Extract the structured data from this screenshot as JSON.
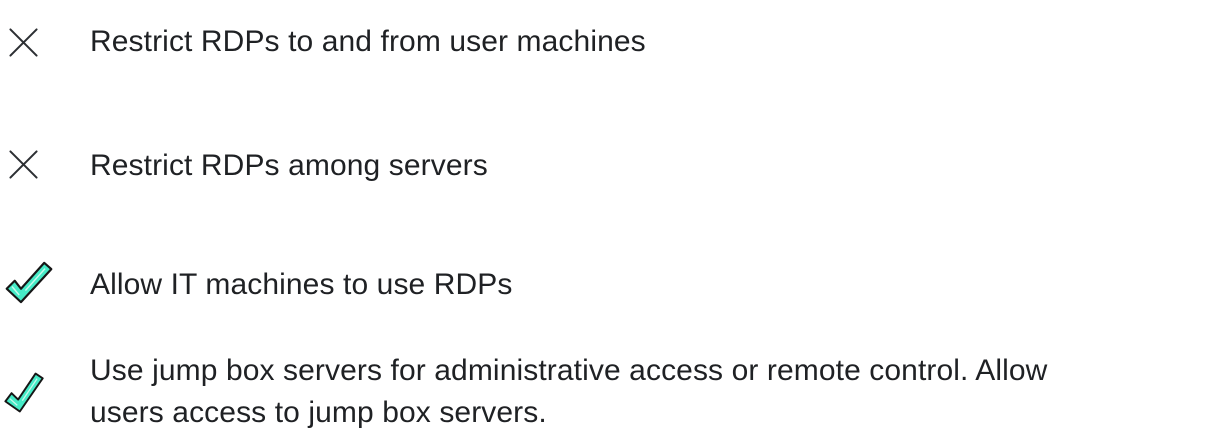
{
  "page": {
    "background": "#ffffff"
  },
  "colors": {
    "text": "#1f2124",
    "x_mark_stroke": "#2c2f33",
    "check_fill": "#45ebc7",
    "check_outline": "#161616",
    "check_highlight": "#c8f9ec"
  },
  "checklist": {
    "items": [
      {
        "status": "not-allowed",
        "icon": "x-mark",
        "text": "Restrict RDPs to and from user machines"
      },
      {
        "status": "not-allowed",
        "icon": "x-mark",
        "text": "Restrict RDPs among servers"
      },
      {
        "status": "allowed",
        "icon": "check-mark",
        "text": "Allow IT machines to use RDPs"
      },
      {
        "status": "allowed",
        "icon": "check-mark",
        "text": "Use jump box servers for administrative access or remote control. Allow\nusers access to jump box servers."
      }
    ]
  }
}
